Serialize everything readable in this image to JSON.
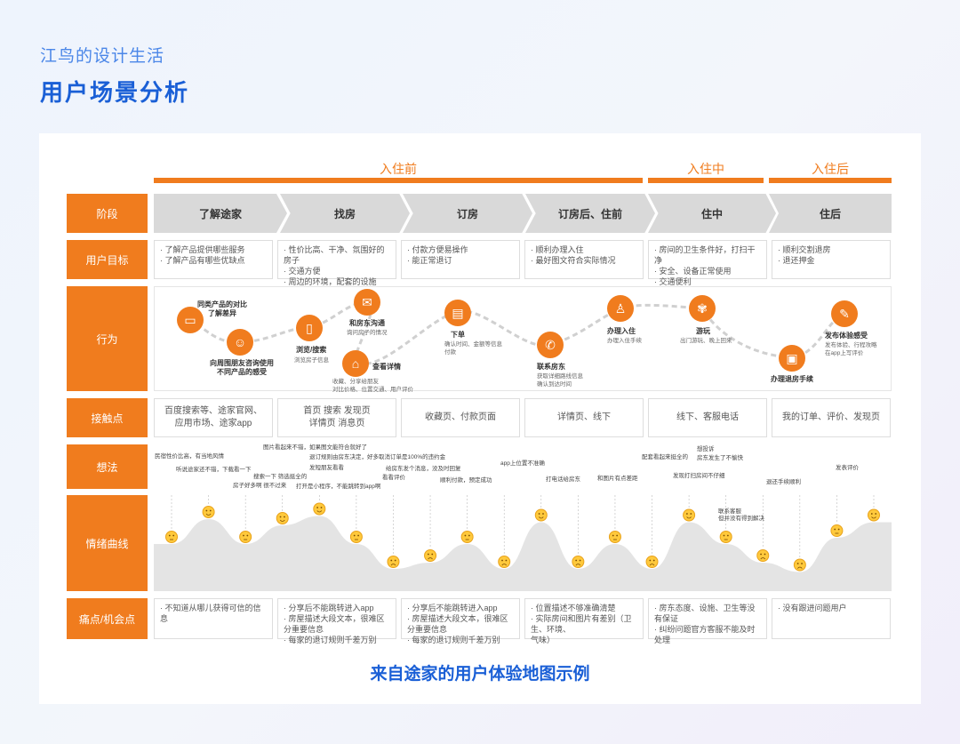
{
  "brand": "江鸟的设计生活",
  "title": "用户场景分析",
  "phases": [
    "入住前",
    "入住中",
    "入住后"
  ],
  "row_labels": [
    "阶段",
    "用户目标",
    "行为",
    "接触点",
    "想法",
    "情绪曲线",
    "痛点/机会点"
  ],
  "stages": [
    "了解途家",
    "找房",
    "订房",
    "订房后、住前",
    "住中",
    "住后"
  ],
  "goals": [
    [
      "· 了解产品提供哪些服务",
      "· 了解产品有哪些优缺点"
    ],
    [
      "· 性价比高、干净、氛围好的房子",
      "· 交通方便",
      "· 周边的环境，配套的设施"
    ],
    [
      "· 付款方便易操作",
      "· 能正常退订"
    ],
    [
      "· 顺利办理入住",
      "· 最好图文符合实际情况"
    ],
    [
      "· 房间的卫生条件好，打扫干净",
      "· 安全、设备正常使用",
      "· 交通便利"
    ],
    [
      "· 顺利交割退房",
      "· 退还押金"
    ]
  ],
  "actions": [
    {
      "label": "同类产品的对比\n了解差异",
      "desc": "",
      "icon": "monitor-icon",
      "glyph": "▭"
    },
    {
      "label": "向周围朋友咨询使用\n不同产品的感受",
      "desc": "",
      "icon": "user-icon",
      "glyph": "☺"
    },
    {
      "label": "浏览/搜索",
      "desc": "浏览房子信息",
      "icon": "phone-icon",
      "glyph": "▯"
    },
    {
      "label": "和房东沟通",
      "desc": "询问房子的情况",
      "icon": "chat-icon",
      "glyph": "✉"
    },
    {
      "label": "查看详情",
      "desc": "收藏、分享给朋友\n对比价格、位置交通、用户评价",
      "icon": "home-icon",
      "glyph": "⌂"
    },
    {
      "label": "下单",
      "desc": "确认时间、金额等信息\n付款",
      "icon": "wallet-icon",
      "glyph": "▤"
    },
    {
      "label": "联系房东",
      "desc": "获取详细路线信息\n确认到达时间",
      "icon": "call-icon",
      "glyph": "✆"
    },
    {
      "label": "办理入住",
      "desc": "办理入住手续",
      "icon": "checkin-icon",
      "glyph": "♙"
    },
    {
      "label": "游玩",
      "desc": "出门游玩、晚上回来",
      "icon": "palm-icon",
      "glyph": "✾"
    },
    {
      "label": "办理退房手续",
      "desc": "",
      "icon": "luggage-icon",
      "glyph": "▣"
    },
    {
      "label": "发布体验感受",
      "desc": "发布体验、行程攻略\n在app上写评价",
      "icon": "edit-icon",
      "glyph": "✎"
    }
  ],
  "touchpoints": [
    "百度搜索等、途家官网、\n应用市场、途家app",
    "首页 搜索 发现页\n详情页 消息页",
    "收藏页、付款页面",
    "详情页、线下",
    "线下、客服电话",
    "我的订单、评价、发现页"
  ],
  "thoughts": [
    "民宿性价比高，有当地风情",
    "听说途家还不错，下载看一下",
    "房子好多啊 很不过来",
    "搜索一下 筛选挺全的",
    "图片看起来不错，如果图文能符合就好了",
    "退订规则由房东决定，好多取消订单是100%的违约金",
    "发短朋友看看",
    "打开是小程序，不能跳转到app啊",
    "看看评价",
    "给房东发个消息，没及时回复",
    "顺利付款，预定成功",
    "app上位置不准确",
    "打电话给房东",
    "和图片有点差距",
    "配套看起来挺全的",
    "想投诉",
    "房东发生了不愉快",
    "发现打扫房间不仔细",
    "联系客服\n但并没有得到解决",
    "退还手续顺利",
    "发表评价"
  ],
  "pains": [
    [
      "· 不知道从哪儿获得可信的信息"
    ],
    [
      "· 分享后不能跳转进入app",
      "· 房屋描述大段文本，很难区分重要信息",
      "· 每家的退订规则千差万别"
    ],
    [
      "· 分享后不能跳转进入app",
      "· 房屋描述大段文本，很难区分重要信息",
      "· 每家的退订规则千差万别"
    ],
    [
      "· 位置描述不够准确清楚",
      "· 实际房间和图片有差别（卫生、环境、",
      "  气味）"
    ],
    [
      "· 房东态度、设施、卫生等没有保证",
      "· 纠纷问题官方客服不能及时处理"
    ],
    [
      "· 没有跟进问题用户"
    ]
  ],
  "emotions": [
    0.5,
    0.9,
    0.5,
    0.8,
    0.95,
    0.5,
    0.1,
    0.2,
    0.5,
    0.1,
    0.85,
    0.1,
    0.5,
    0.1,
    0.85,
    0.5,
    0.2,
    0.05,
    0.6,
    0.85
  ],
  "footer": "来自途家的用户体验地图示例",
  "colors": {
    "accent": "#f07c1e",
    "blue": "#1a5fd6",
    "chevron": "#d9d9d9",
    "emoji": "#ffc93c"
  }
}
